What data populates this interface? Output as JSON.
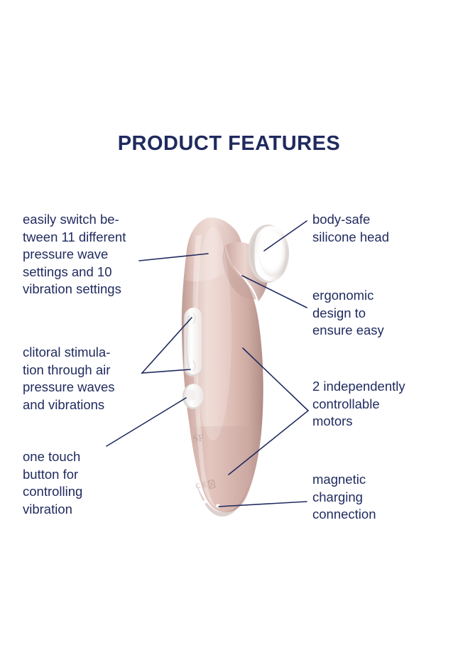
{
  "page": {
    "title": "PRODUCT FEATURES",
    "background_color": "#ffffff",
    "text_color": "#1f2a5e",
    "leader_line_color": "#1f2a5e"
  },
  "labels": {
    "left": [
      {
        "id": "settings",
        "text": "easily switch be-\ntween 11 different\npressure wave\nsettings and 10\nvibration settings",
        "leader": "single-line"
      },
      {
        "id": "clitoral",
        "text": "clitoral stimula-\ntion through air\npressure waves\nand vibrations",
        "leader": "two-pronged"
      },
      {
        "id": "onetouch",
        "text": "one touch\nbutton for\ncontrolling\nvibration",
        "leader": "single-line"
      }
    ],
    "right": [
      {
        "id": "bodysafe",
        "text": "body-safe\nsilicone head",
        "leader": "single-line"
      },
      {
        "id": "ergonomic",
        "text": "ergonomic\ndesign to\nensure easy",
        "leader": "single-line"
      },
      {
        "id": "motors",
        "text": "2 independently\ncontrollable\nmotors",
        "leader": "two-pronged"
      },
      {
        "id": "magnetic",
        "text": "magnetic\ncharging\nconnection",
        "leader": "single-line"
      }
    ]
  },
  "product": {
    "name": "satisfyer-pro-2-air-pulse-stimulator",
    "body_color_light": "#e9d2cb",
    "body_color_mid": "#dcbcb4",
    "body_color_dark": "#b9978f",
    "body_color_shadow": "#a8847d",
    "head_color": "#ffffff",
    "head_shadow_color": "#e3ddda",
    "button_color": "#fbfbfb",
    "brand_mark": "SF",
    "parts": [
      "silicone-head",
      "pressure-wave-button",
      "vibration-button",
      "brand-logo-emboss",
      "regulatory-marks-emboss",
      "charging-contacts"
    ]
  }
}
